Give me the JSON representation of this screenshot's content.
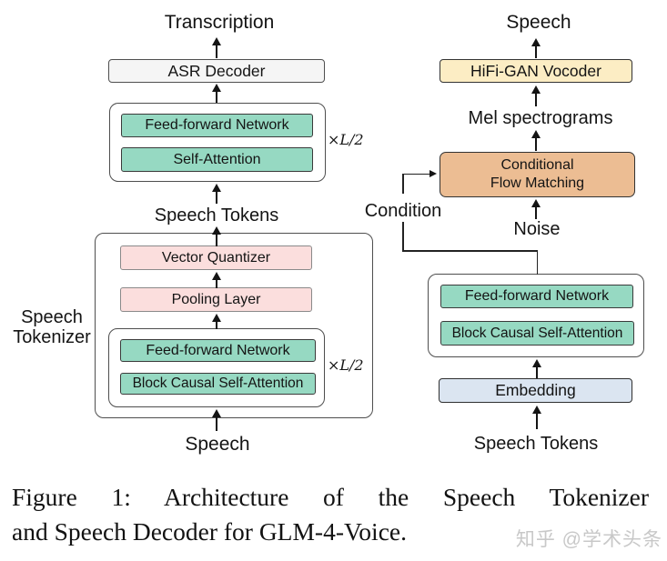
{
  "colors": {
    "teal_block": "#96d9c2",
    "pink_block": "#fbdedd",
    "orange_block": "#ecbd93",
    "cream_block": "#fcedc4",
    "blue_block": "#dbe5f1",
    "gray_block": "#f5f5f5",
    "line": "#141414",
    "watermark_gray": "#c8c8c8"
  },
  "tokenizer_column": {
    "output_label": "Transcription",
    "asr_decoder": "ASR Decoder",
    "encoder_block_top": {
      "ffn": "Feed-forward Network",
      "attention": "Self-Attention",
      "repeat_label": "×L/2"
    },
    "speech_tokens_label": "Speech Tokens",
    "group_label_line1": "Speech",
    "group_label_line2": "Tokenizer",
    "vector_quantizer": "Vector Quantizer",
    "pooling_layer": "Pooling Layer",
    "encoder_block_bottom": {
      "ffn": "Feed-forward Network",
      "attention": "Block Causal Self-Attention",
      "repeat_label": "×L/2"
    },
    "input_label": "Speech"
  },
  "decoder_column": {
    "output_label": "Speech",
    "vocoder": "HiFi-GAN Vocoder",
    "mel_label": "Mel spectrograms",
    "flow_matching_line1": "Conditional",
    "flow_matching_line2": "Flow Matching",
    "condition_label": "Condition",
    "noise_label": "Noise",
    "decoder_block": {
      "ffn": "Feed-forward Network",
      "attention": "Block Causal Self-Attention"
    },
    "embedding": "Embedding",
    "input_label": "Speech Tokens"
  },
  "caption": {
    "line1": "Figure 1: Architecture of the Speech Tokenizer",
    "line2": "and Speech Decoder for GLM-4-Voice."
  },
  "watermark": "知乎 @学术头条"
}
